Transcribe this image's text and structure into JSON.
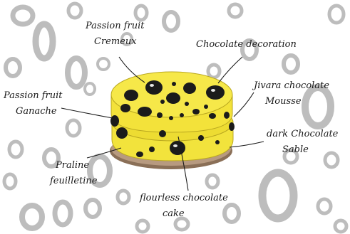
{
  "labels": {
    "passion_cremeux_line1": "Passion fruit",
    "passion_cremeux_line2": "Cremeux",
    "decoration": "Chocolate decoration",
    "passion_ganache_line1": "Passion fruit",
    "passion_ganache_line2": "Ganache",
    "jivara_line1": "Jivara chocolate",
    "jivara_line2": "Mousse",
    "sable_line1": "dark Chocolate",
    "sable_line2": "Sable",
    "praline_line1": "Praline",
    "praline_line2": "feuilletine",
    "cake_line1": "flourless chocolate",
    "cake_line2": "cake"
  },
  "colors": {
    "cake_yellow": "#f2e33c",
    "cake_yellow_dark": "#d9c628",
    "dots": "#1b1b1b",
    "sable": "#b79a80",
    "rings": "#bdbdbd",
    "ink": "#1a1a1a"
  }
}
